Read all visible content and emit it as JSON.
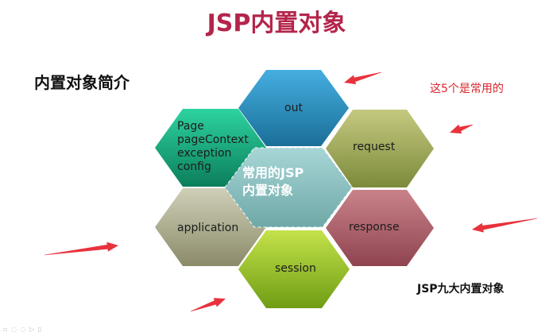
{
  "title": "JSP内置对象",
  "section_heading": "内置对象简介",
  "annotation": "这5个是常用的",
  "caption": "JSP九大内置对象",
  "center": {
    "line1": "常用的JSP",
    "line2": "内置对象"
  },
  "hexagons": {
    "out": {
      "label": "out",
      "color": "#2d95c0"
    },
    "request": {
      "label": "request",
      "color": "#a3aa5c"
    },
    "response": {
      "label": "response",
      "color": "#b46671"
    },
    "session": {
      "label": "session",
      "color": "#a3c92a"
    },
    "application": {
      "label": "application",
      "color": "#b3b396"
    },
    "others": {
      "lines": [
        "Page",
        "pageContext",
        "exception",
        "config"
      ],
      "color": "#1ab084"
    }
  },
  "center_color": "#8fc2c2",
  "arrow_color": "#e8323c",
  "footer_icons": "▫ ◌ ◌ ▷ ▯"
}
